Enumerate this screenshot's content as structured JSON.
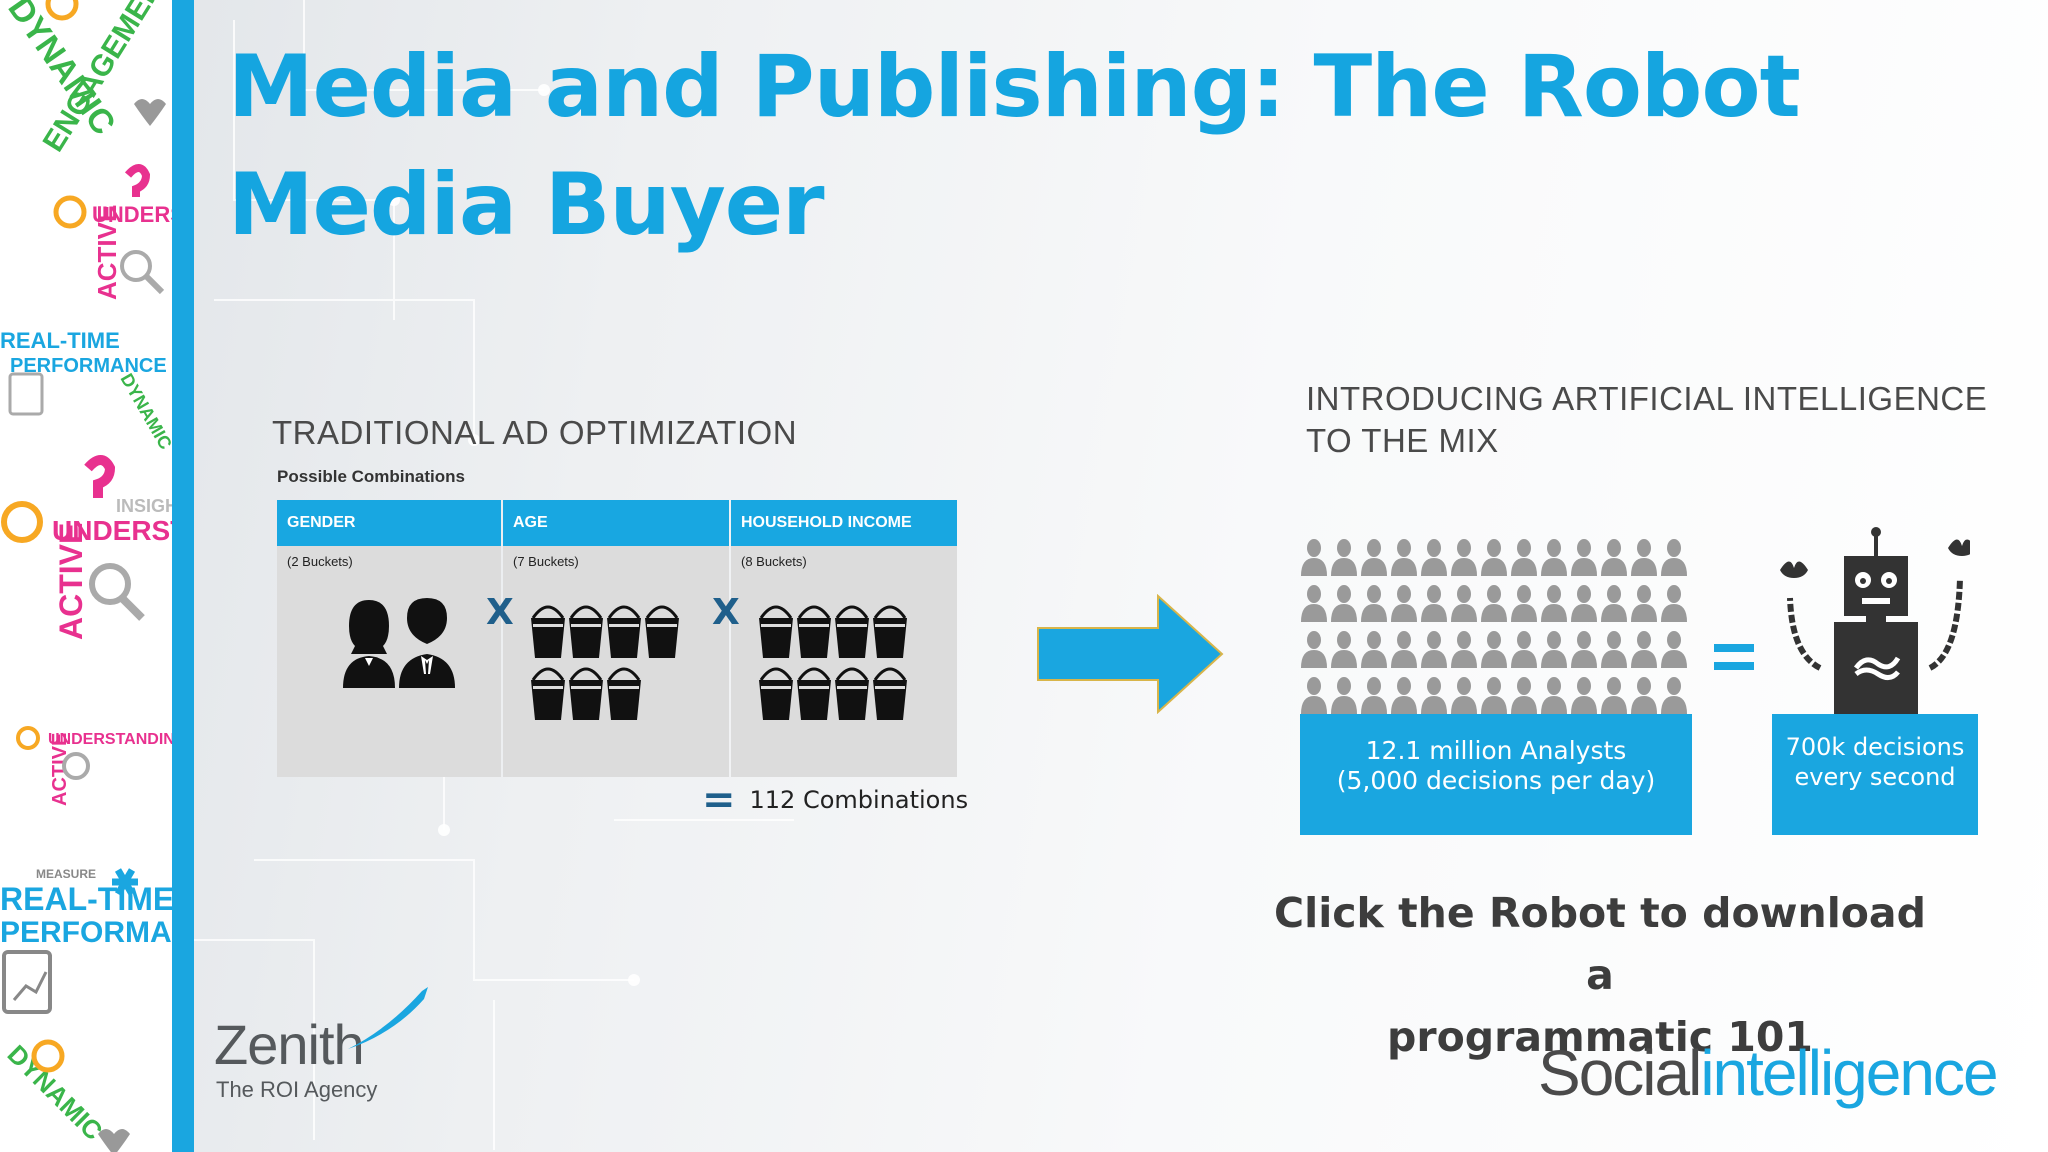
{
  "slide": {
    "title": "Media and Publishing: The Robot Media Buyer"
  },
  "traditional": {
    "heading": "TRADITIONAL AD OPTIMIZATION",
    "subheading": "Possible Combinations",
    "columns": [
      {
        "label": "GENDER",
        "count": "(2 Buckets)",
        "buckets": 2
      },
      {
        "label": "AGE",
        "count": "(7 Buckets)",
        "buckets": 7
      },
      {
        "label": "HOUSEHOLD INCOME",
        "count": "(8 Buckets)",
        "buckets": 8
      }
    ],
    "multiply_symbol": "X",
    "equals_symbol": "=",
    "result": "112 Combinations"
  },
  "ai": {
    "heading_line1": "INTRODUCING ARTIFICIAL INTELLIGENCE",
    "heading_line2": "TO THE MIX",
    "analysts_line1": "12.1 million Analysts",
    "analysts_line2": "(5,000 decisions per day)",
    "robot_line1": "700k decisions",
    "robot_line2": "every second",
    "cta_line1": "Click the Robot to download a",
    "cta_line2": "programmatic 101"
  },
  "logos": {
    "zenith_name": "Zenith",
    "zenith_tagline": "The ROI Agency",
    "social_part1": "Social",
    "social_part2": "intelligence"
  },
  "sidebar_words": [
    "DYNAMIC",
    "ENGAGEMENT",
    "UNDERSTAND",
    "ACTIVE",
    "INSIGHT",
    "REAL-TIME",
    "PERFORMANCE",
    "UNDERSTANDING",
    "MEASURE"
  ],
  "colors": {
    "accent_blue": "#1aa6e0",
    "title_blue": "#15a5e0",
    "dark_navy": "#1f5f8b",
    "text_dark": "#3d3d3d",
    "strip_green": "#3ab54a",
    "strip_pink": "#e8318f",
    "strip_orange": "#f7a823"
  },
  "icons": [
    "woman-icon",
    "man-icon",
    "bucket-icon",
    "arrow-right-icon",
    "person-icon",
    "robot-icon",
    "zenith-swoosh-icon"
  ]
}
